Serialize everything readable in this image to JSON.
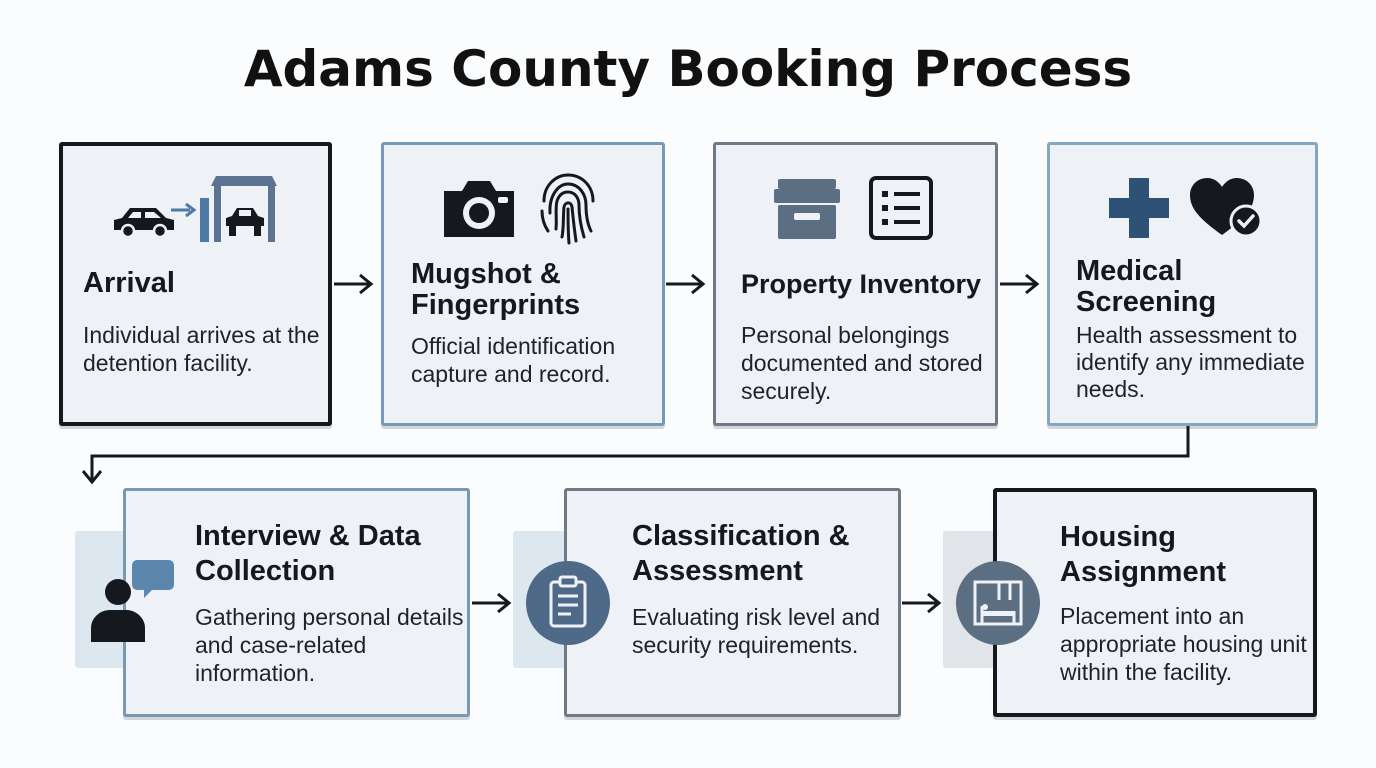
{
  "title": "Adams County Booking Process",
  "steps": [
    {
      "heading": "Arrival",
      "description": "Individual arrives at the detention facility."
    },
    {
      "heading": "Mugshot & Fingerprints",
      "description": "Official identification capture and record."
    },
    {
      "heading": "Property Inventory",
      "description": "Personal belongings documented and stored securely."
    },
    {
      "heading": "Medical Screening",
      "description": "Health assessment to identify any immediate needs."
    },
    {
      "heading": "Interview & Data Collection",
      "description": "Gathering personal details and case-related information."
    },
    {
      "heading": "Classification & Assessment",
      "description": "Evaluating risk level and security requirements."
    },
    {
      "heading": "Housing Assignment",
      "description": "Placement into an appropriate housing unit within the facility."
    }
  ],
  "icons": [
    "car-arriving-icon",
    "camera-icon",
    "fingerprint-icon",
    "storage-box-icon",
    "checklist-icon",
    "medical-cross-icon",
    "heart-check-icon",
    "person-chat-icon",
    "clipboard-icon",
    "bed-icon"
  ],
  "colors": {
    "navy": "#2e5276",
    "slate": "#5b6e82",
    "dark": "#15191e"
  }
}
